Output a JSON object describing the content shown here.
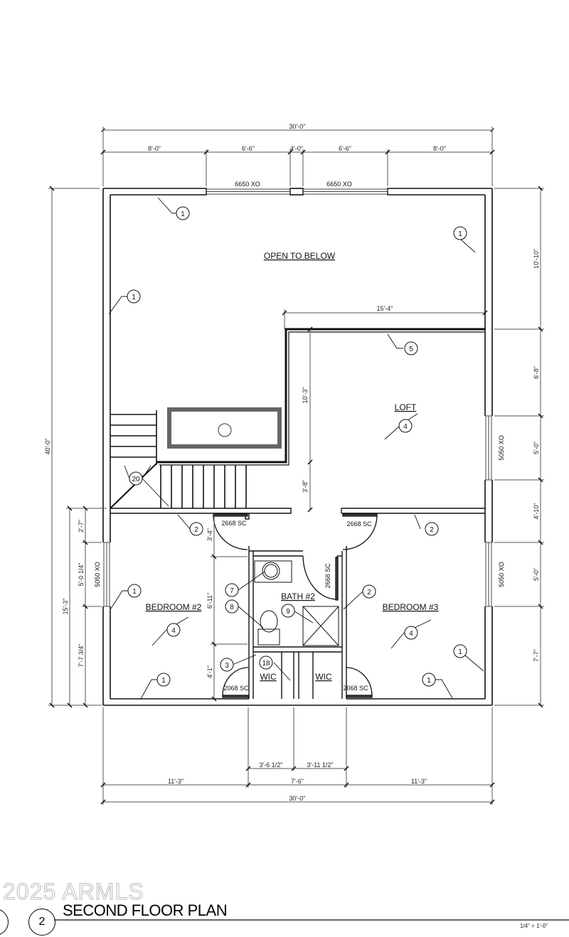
{
  "drawing": {
    "title": "SECOND FLOOR PLAN",
    "view_number": "2",
    "scale": "1/4\" = 1'-0\"",
    "watermark": "2025 ARMLS"
  },
  "rooms": {
    "open_to_below": "OPEN TO BELOW",
    "loft": "LOFT",
    "bedroom2": "BEDROOM #2",
    "bedroom3": "BEDROOM #3",
    "bath2": "BATH #2",
    "wic_left": "WIC",
    "wic_right": "WIC"
  },
  "windows": {
    "top_left": "6650 XO",
    "top_right": "6650 XO",
    "right_loft": "5050 XO",
    "right_bed3": "5050 XO",
    "left_bed2": "5050 XO"
  },
  "doors": {
    "bed2_entry": "2668 SC",
    "bed3_entry": "2668 SC",
    "bath_entry": "2668 SC",
    "wic_left": "2068 SC",
    "wic_right": "2068 SC"
  },
  "dimensions": {
    "top_overall": "30'-0\"",
    "top_segments": [
      "8'-0\"",
      "6'-6\"",
      "4'-0\"",
      "6'-6\"",
      "8'-0\""
    ],
    "loft_width": "15'-4\"",
    "loft_depth": "10'-3\"",
    "stair_depth": "3'-8\"",
    "right_segments": [
      "10'-10\"",
      "6'-8\"",
      "5'-0\"",
      "4'-10\"",
      "5'-0\"",
      "7'-7\""
    ],
    "left_overall": "40'-0\"",
    "left_lower_overall": "15'-3\"",
    "left_segments": [
      "2'-7\"",
      "5'-0 1/4\"",
      "7'-7 3/4\""
    ],
    "bath_segments": [
      "3'-4\"",
      "6'-11\"",
      "4'-1\""
    ],
    "bottom_sub": [
      "3'-6 1/2\"",
      "3'-11 1/2\""
    ],
    "bottom_segments": [
      "11'-3\"",
      "7'-6\"",
      "11'-3\""
    ],
    "bottom_overall": "30'-0\""
  },
  "keynotes": {
    "k1": "1",
    "k2": "2",
    "k3": "3",
    "k4": "4",
    "k5": "5",
    "k7": "7",
    "k8": "8",
    "k9": "9",
    "k18": "18",
    "k20": "20"
  },
  "colors": {
    "line": "#111111",
    "dim_line": "#555555",
    "fill_gray": "#666666",
    "watermark": "#bbbbbb"
  }
}
